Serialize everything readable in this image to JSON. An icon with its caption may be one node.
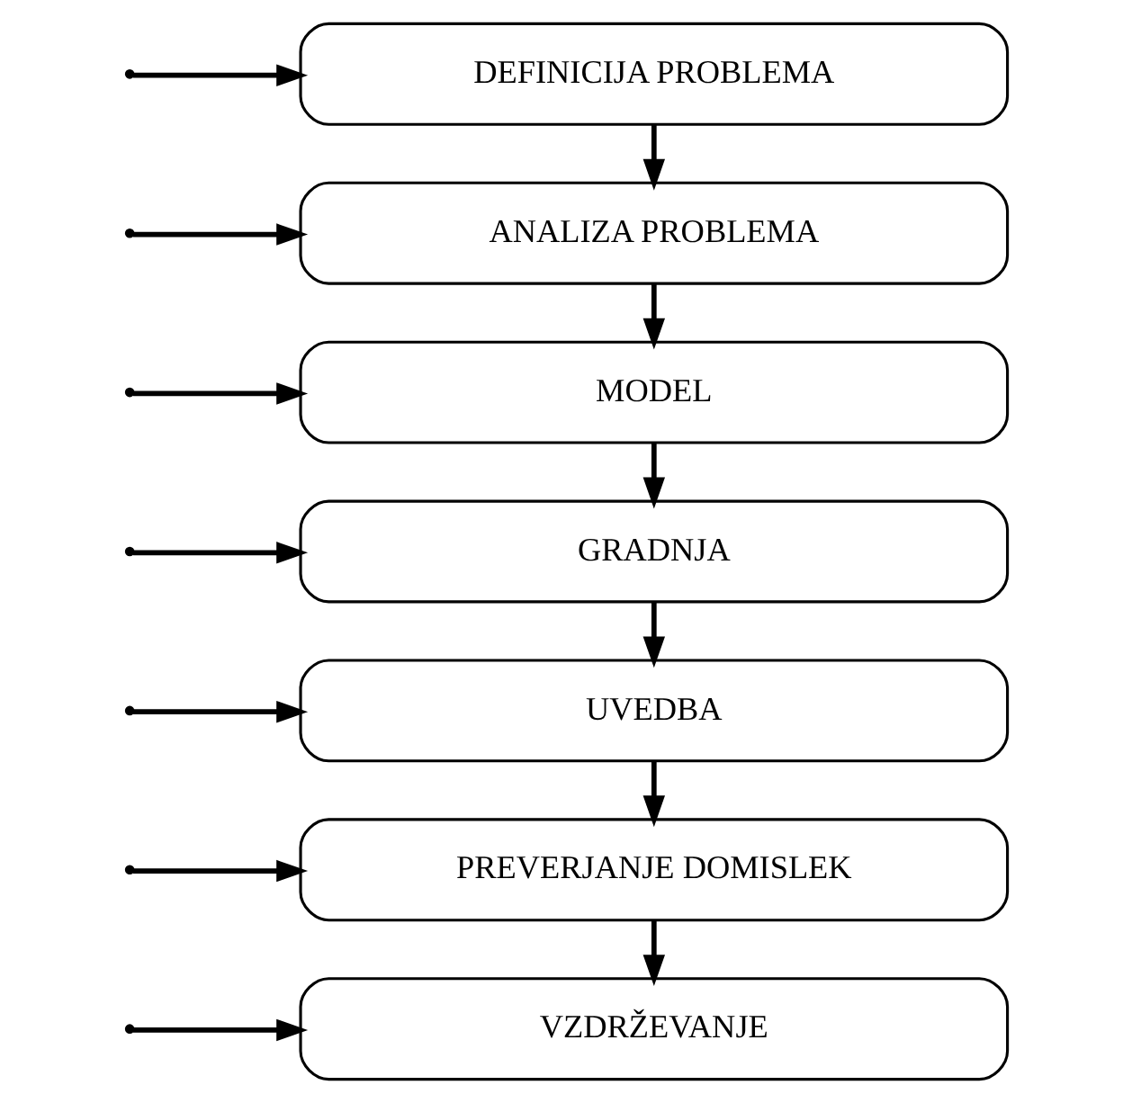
{
  "diagram": {
    "nodes": [
      {
        "text": [
          "DEFINICIJA PROBLEMA"
        ]
      },
      {
        "text": [
          "ANALIZA PROBLEMA"
        ]
      },
      {
        "text": [
          "MODEL"
        ]
      },
      {
        "text": [
          "GRADNJA"
        ]
      },
      {
        "text": [
          "UVEDBA"
        ]
      },
      {
        "text": [
          "PREVERJANJE DOMISLEK"
        ]
      },
      {
        "text": [
          "VZDRŽEVANJE"
        ]
      }
    ],
    "edges": [
      {
        "from": 0,
        "to": 1,
        "arrow": "to"
      },
      {
        "from": 1,
        "to": 2,
        "arrow": "to"
      },
      {
        "from": 2,
        "to": 3,
        "arrow": "to"
      },
      {
        "from": 3,
        "to": 4,
        "arrow": "to"
      },
      {
        "from": 4,
        "to": 5,
        "arrow": "to"
      },
      {
        "from": 5,
        "to": 6,
        "arrow": "to"
      },
      {
        "from": null,
        "to": 0,
        "arrow": "to"
      },
      {
        "from": null,
        "to": 1,
        "arrow": "to"
      },
      {
        "from": null,
        "to": 2,
        "arrow": "to"
      },
      {
        "from": null,
        "to": 3,
        "arrow": "to"
      },
      {
        "from": null,
        "to": 4,
        "arrow": "to"
      },
      {
        "from": null,
        "to": 5,
        "arrow": "to"
      },
      {
        "from": null,
        "to": 6,
        "arrow": "to"
      }
    ]
  }
}
